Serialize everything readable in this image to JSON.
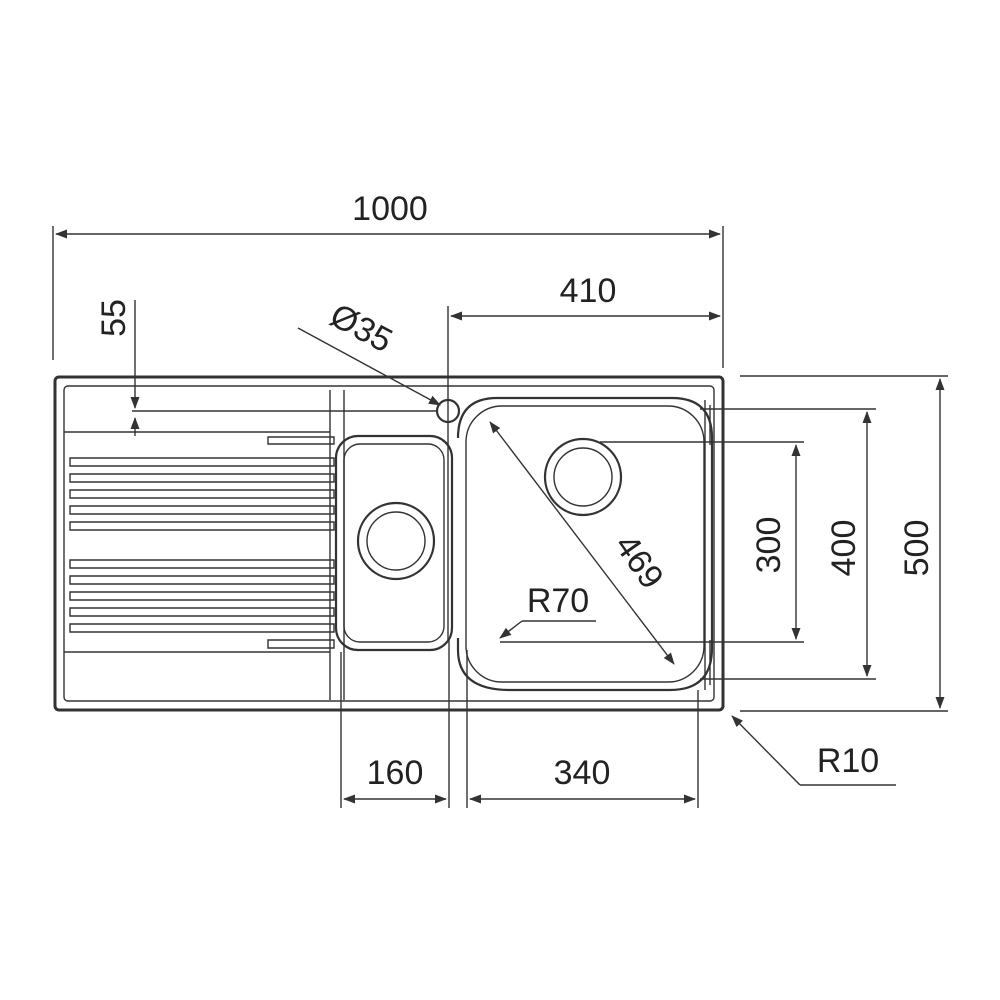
{
  "diagram": {
    "dimensions": {
      "overall_width": "1000",
      "bowl_offset_right": "410",
      "tap_hole_offset": "55",
      "tap_hole_diameter": "Ø35",
      "bowl_diagonal": "469",
      "bowl_corner_radius": "R70",
      "bowl_depth_inner": "300",
      "bowl_depth": "400",
      "overall_depth": "500",
      "small_bowl_width": "160",
      "large_bowl_width": "340",
      "outer_corner_radius": "R10"
    },
    "colors": {
      "line": "#333333",
      "text": "#222222"
    }
  }
}
